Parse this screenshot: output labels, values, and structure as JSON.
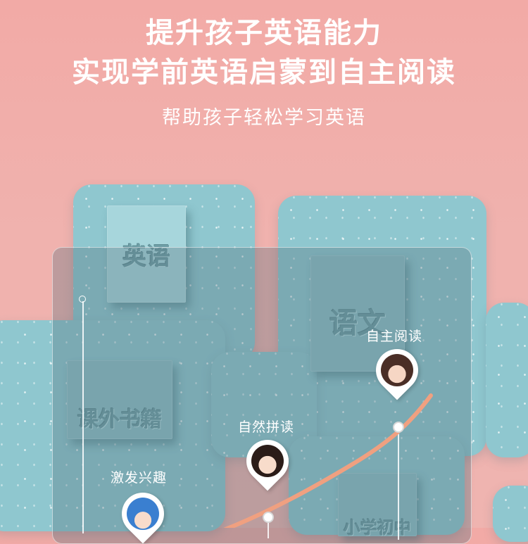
{
  "headline": {
    "line1": "提升孩子英语能力",
    "line2": "实现学前英语启蒙到自主阅读",
    "subtitle": "帮助孩子轻松学习英语"
  },
  "blocks": {
    "english": "英语",
    "chinese": "语文",
    "books": "课外书籍",
    "school": "小学初中"
  },
  "milestones": [
    {
      "label": "激发兴趣"
    },
    {
      "label": "自然拼读"
    },
    {
      "label": "自主阅读"
    }
  ],
  "colors": {
    "background": "#f2aaa6",
    "board": "#8fc7cf",
    "curve": "#f0a080",
    "text": "#ffffff"
  }
}
